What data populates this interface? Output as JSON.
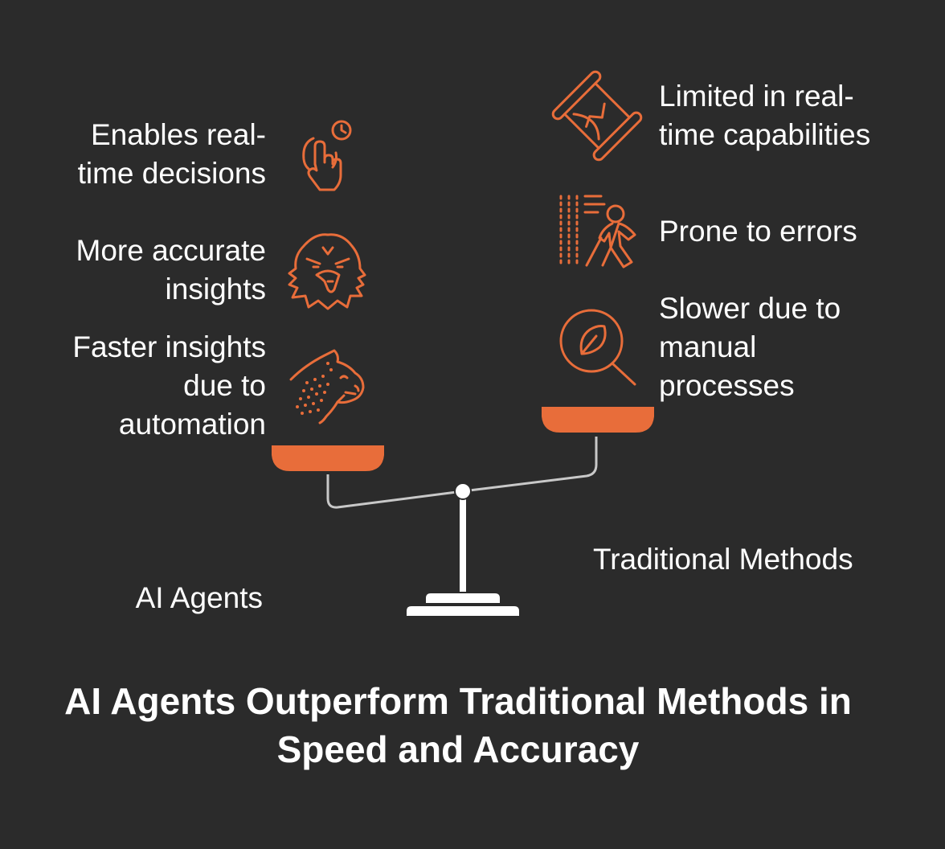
{
  "accent_color": "#e86d3a",
  "background_color": "#2b2b2b",
  "left": {
    "label": "AI Agents",
    "items": [
      {
        "text": "Enables real-\ntime decisions",
        "icon": "hand-pointer-clock-icon"
      },
      {
        "text": "More accurate\ninsights",
        "icon": "eagle-icon"
      },
      {
        "text": "Faster insights\ndue to\nautomation",
        "icon": "cheetah-icon"
      }
    ]
  },
  "right": {
    "label": "Traditional Methods",
    "items": [
      {
        "text": "Limited in real-\ntime capabilities",
        "icon": "hourglass-icon"
      },
      {
        "text": "Prone to errors",
        "icon": "walking-person-icon"
      },
      {
        "text": "Slower due to\nmanual\nprocesses",
        "icon": "magnifier-leaf-icon"
      }
    ]
  },
  "title": "AI Agents Outperform Traditional Methods in\nSpeed and Accuracy"
}
